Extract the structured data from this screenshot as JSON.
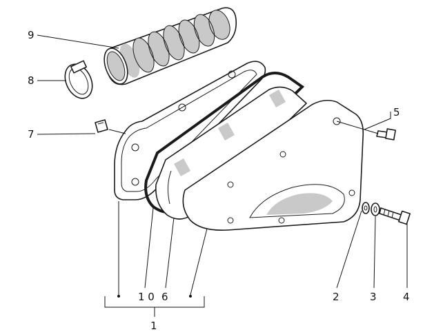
{
  "diagram": {
    "callouts": [
      {
        "id": "9",
        "text": "9"
      },
      {
        "id": "8",
        "text": "8"
      },
      {
        "id": "7",
        "text": "7"
      },
      {
        "id": "5",
        "text": "5"
      },
      {
        "id": "2",
        "text": "2"
      },
      {
        "id": "3",
        "text": "3"
      },
      {
        "id": "4",
        "text": "4"
      },
      {
        "id": "10",
        "text": "1 0"
      },
      {
        "id": "6",
        "text": "6"
      },
      {
        "id": "1",
        "text": "1"
      }
    ]
  }
}
